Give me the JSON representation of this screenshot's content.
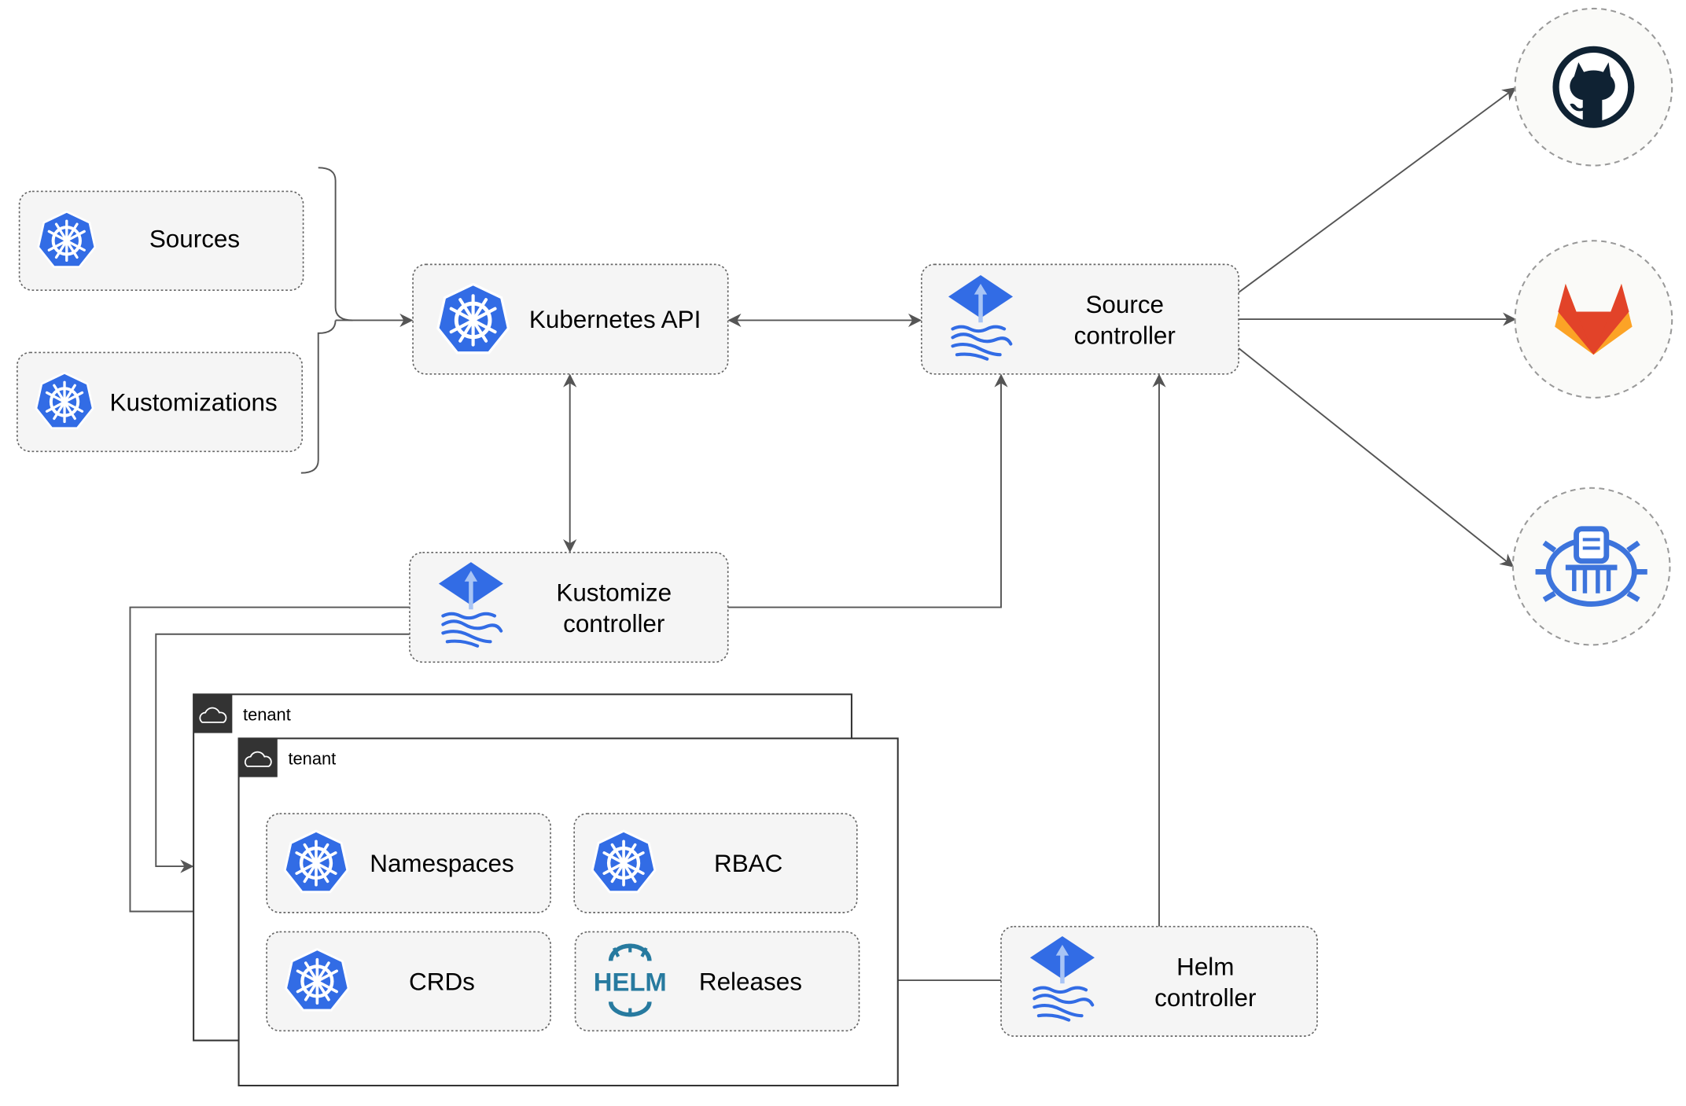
{
  "nodes": {
    "sources": "Sources",
    "kustomizations": "Kustomizations",
    "kubernetes_api": "Kubernetes API",
    "source_controller": [
      "Source",
      "controller"
    ],
    "kustomize_controller": [
      "Kustomize",
      "controller"
    ],
    "helm_controller": [
      "Helm",
      "controller"
    ],
    "namespaces": "Namespaces",
    "rbac": "RBAC",
    "crds": "CRDs",
    "releases": "Releases"
  },
  "tenants": [
    "tenant",
    "tenant"
  ],
  "helm_logo_text": "HELM",
  "external": [
    "github-icon",
    "gitlab-icon",
    "bucket-icon"
  ],
  "colors": {
    "k8s_blue": "#326ce5",
    "helm_teal": "#277a9f",
    "github": "#0f2233",
    "gitlab_orange": "#e24329",
    "gitlab_yellow": "#fca326"
  }
}
